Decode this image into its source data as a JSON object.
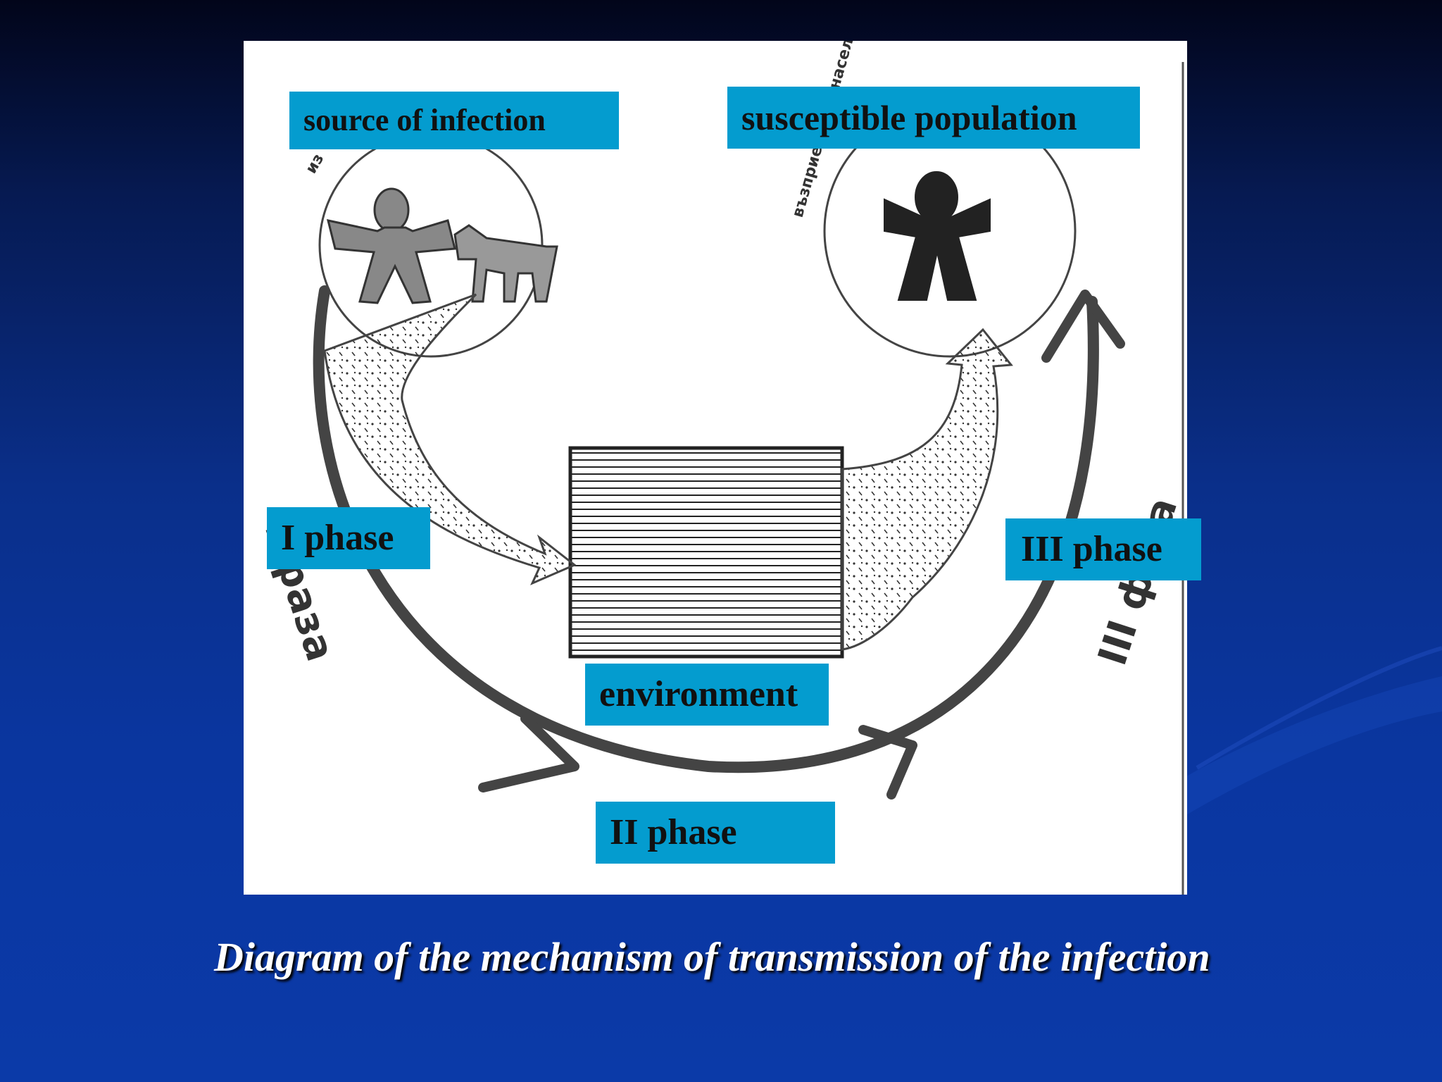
{
  "slide": {
    "caption": "Diagram of the mechanism of transmission of the infection"
  },
  "diagram": {
    "labels": {
      "source": "source of infection",
      "susceptible": "susceptible population",
      "phase1": "I phase",
      "phase2": "II phase",
      "phase3": "III phase",
      "environment": "environment"
    },
    "underlying_text": {
      "left_arc": "I фаза",
      "right_arc": "III фаза",
      "right_circle": "възприемчиво население",
      "left_circle": "из"
    }
  },
  "colors": {
    "label_bg": "#049ccf",
    "background": "#0a36a0",
    "sketch": "#444444"
  }
}
